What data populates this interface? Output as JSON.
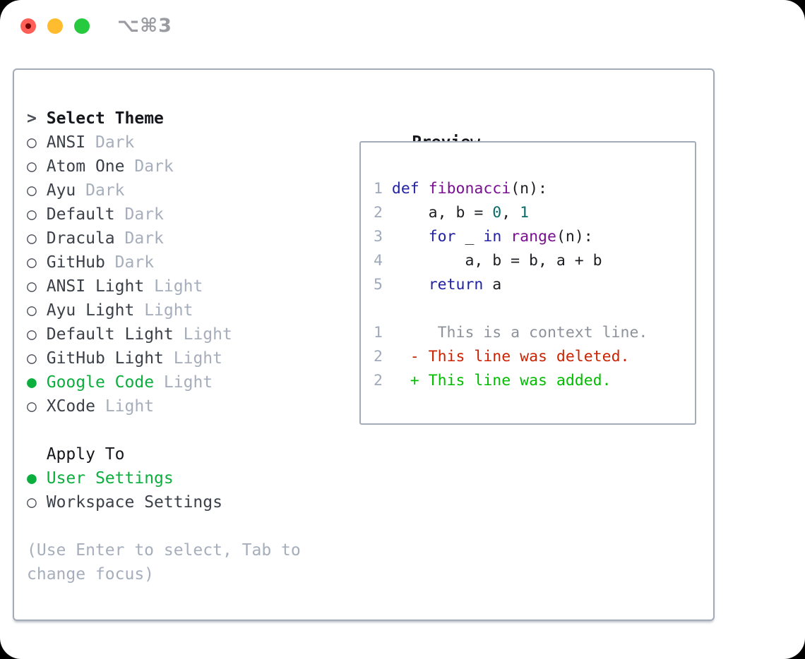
{
  "window": {
    "shortcut_label": "⌥⌘3"
  },
  "markers": {
    "selected": "●",
    "unselected": "○",
    "focus": ">"
  },
  "theme_panel": {
    "header": {
      "marker": ">",
      "label": "Select Theme"
    },
    "themes": [
      {
        "name": "ANSI",
        "variant": "Dark",
        "selected": false
      },
      {
        "name": "Atom One",
        "variant": "Dark",
        "selected": false
      },
      {
        "name": "Ayu",
        "variant": "Dark",
        "selected": false
      },
      {
        "name": "Default",
        "variant": "Dark",
        "selected": false
      },
      {
        "name": "Dracula",
        "variant": "Dark",
        "selected": false
      },
      {
        "name": "GitHub",
        "variant": "Dark",
        "selected": false
      },
      {
        "name": "ANSI Light",
        "variant": "Light",
        "selected": false
      },
      {
        "name": "Ayu Light",
        "variant": "Light",
        "selected": false
      },
      {
        "name": "Default Light",
        "variant": "Light",
        "selected": false
      },
      {
        "name": "GitHub Light",
        "variant": "Light",
        "selected": false
      },
      {
        "name": "Google Code",
        "variant": "Light",
        "selected": true
      },
      {
        "name": "XCode",
        "variant": "Light",
        "selected": false
      }
    ],
    "apply_to": {
      "label": "Apply To",
      "options": [
        {
          "name": "User Settings",
          "selected": true
        },
        {
          "name": "Workspace Settings",
          "selected": false
        }
      ]
    },
    "hint_lines": [
      "(Use Enter to select, Tab to",
      "change focus)"
    ]
  },
  "preview": {
    "title": "Preview",
    "code_lines": [
      {
        "num": "1",
        "tokens": [
          [
            " ",
            "pln"
          ],
          [
            "def",
            "kwd"
          ],
          [
            " ",
            "pln"
          ],
          [
            "fibonacci",
            "typ"
          ],
          [
            "(n):",
            "pln"
          ]
        ]
      },
      {
        "num": "2",
        "tokens": [
          [
            "     a, b = ",
            "pln"
          ],
          [
            "0",
            "lit"
          ],
          [
            ", ",
            "pln"
          ],
          [
            "1",
            "lit"
          ]
        ]
      },
      {
        "num": "3",
        "tokens": [
          [
            "     ",
            "pln"
          ],
          [
            "for",
            "kwd"
          ],
          [
            " _ ",
            "pln"
          ],
          [
            "in",
            "kwd"
          ],
          [
            " ",
            "pln"
          ],
          [
            "range",
            "typ"
          ],
          [
            "(n):",
            "pln"
          ]
        ]
      },
      {
        "num": "4",
        "tokens": [
          [
            "         a, b = b, a + b",
            "pln"
          ]
        ]
      },
      {
        "num": "5",
        "tokens": [
          [
            "     ",
            "pln"
          ],
          [
            "return",
            "kwd"
          ],
          [
            " a",
            "pln"
          ]
        ]
      },
      {
        "num": "",
        "tokens": []
      },
      {
        "num": "1",
        "tokens": [
          [
            "      This is a context line.",
            "ctx"
          ]
        ]
      },
      {
        "num": "2",
        "tokens": [
          [
            "   ",
            "pln"
          ],
          [
            "- This line was deleted.",
            "del"
          ]
        ]
      },
      {
        "num": "2",
        "tokens": [
          [
            "   ",
            "pln"
          ],
          [
            "+ This line was added.",
            "add"
          ]
        ]
      }
    ]
  },
  "colors": {
    "accent_green": "#0cae3e",
    "diff_added": "#00bd00",
    "diff_deleted": "#cc2200",
    "syntax_keyword": "#2222a3",
    "syntax_function": "#7a0f92",
    "syntax_literal": "#0a6b6b",
    "context_gray": "#8d929b",
    "muted_gray": "#a6aebc",
    "text_dark": "#3b4049",
    "heading_black": "#15171c",
    "line_number": "#9fa9bb",
    "border_gray": "#a3abb8",
    "traffic_red": "#ff5f57",
    "traffic_yellow": "#febc2e",
    "traffic_green": "#27c93f"
  }
}
